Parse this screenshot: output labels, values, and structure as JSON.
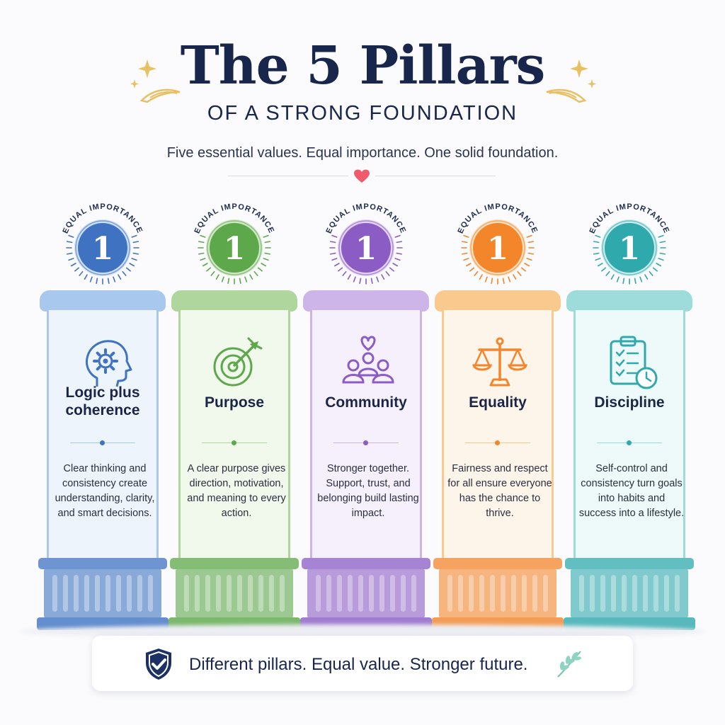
{
  "header": {
    "title": "The 5 Pillars",
    "subtitle": "OF A STRONG FOUNDATION",
    "tagline": "Five essential values. Equal importance. One solid foundation."
  },
  "colors": {
    "navy": "#18264c",
    "blue": "#3f73c2",
    "green": "#5da84a",
    "purple": "#8a5cc4",
    "orange": "#f3852b",
    "teal": "#2fa9ac",
    "gold": "#e8c061",
    "heart": "#ef5b6b"
  },
  "pillars": [
    {
      "badge_label": "EQUAL IMPORTANCE",
      "rank": "1",
      "name": "Logic plus coherence",
      "icon": "head-gear-icon",
      "description": "Clear thinking and consistency create understanding, clarity, and smart decisions.",
      "color": "#3f73c2",
      "light": "#a9c8ee",
      "tint": "#eef4fc"
    },
    {
      "badge_label": "EQUAL IMPORTANCE",
      "rank": "1",
      "name": "Purpose",
      "icon": "target-arrow-icon",
      "description": "A clear purpose gives direction, motivation, and meaning to every action.",
      "color": "#5da84a",
      "light": "#afd69c",
      "tint": "#f1f8ec"
    },
    {
      "badge_label": "EQUAL IMPORTANCE",
      "rank": "1",
      "name": "Community",
      "icon": "people-heart-icon",
      "description": "Stronger together. Support, trust, and belonging build lasting impact.",
      "color": "#8a5cc4",
      "light": "#cdb5ea",
      "tint": "#f5f0fb"
    },
    {
      "badge_label": "EQUAL IMPORTANCE",
      "rank": "1",
      "name": "Equality",
      "icon": "balance-scale-icon",
      "description": "Fairness and respect for all ensure everyone has the chance to thrive.",
      "color": "#f3852b",
      "light": "#f9c98d",
      "tint": "#fef5ea"
    },
    {
      "badge_label": "EQUAL IMPORTANCE",
      "rank": "1",
      "name": "Discipline",
      "icon": "clipboard-clock-icon",
      "description": "Self-control and consistency turn goals into habits and success into a lifestyle.",
      "color": "#2fa9ac",
      "light": "#9edcdc",
      "tint": "#eef9f9"
    }
  ],
  "footer": {
    "text": "Different pillars. Equal value. Stronger future.",
    "icon": "shield-check-icon",
    "decoration": "leaf-sprig-icon"
  }
}
